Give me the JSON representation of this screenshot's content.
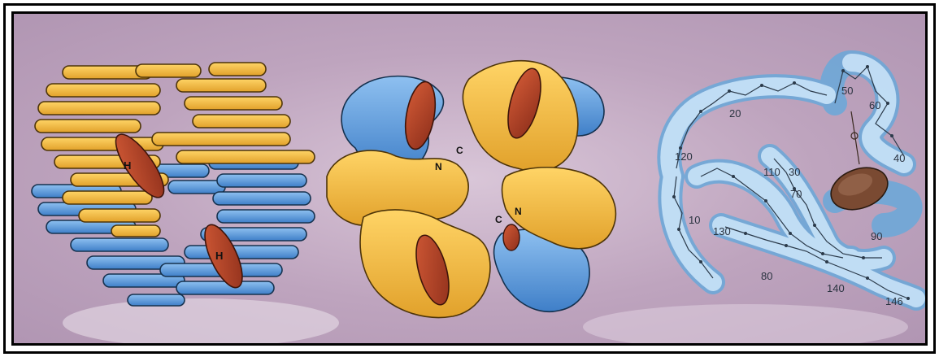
{
  "panels": {
    "left": {
      "heme_labels": [
        "H",
        "H"
      ]
    },
    "middle": {
      "terminus_labels": [
        "N",
        "C",
        "C",
        "N"
      ]
    },
    "right": {
      "residue_labels": [
        "50",
        "60",
        "20",
        "120",
        "40",
        "110",
        "30",
        "70",
        "10",
        "130",
        "90",
        "80",
        "140",
        "146"
      ]
    }
  },
  "colors": {
    "background": "#c9b3c9",
    "alpha_chain": "#f2b83a",
    "beta_chain": "#5a94d6",
    "heme": "#b9462a",
    "myoglobin_tube": "#a9d3f2"
  }
}
